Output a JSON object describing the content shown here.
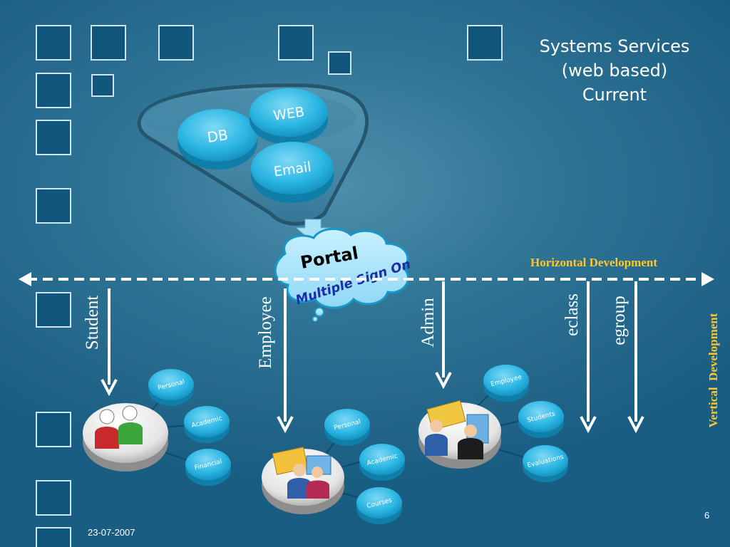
{
  "slide": {
    "title_lines": [
      "Systems Services",
      "(web based)",
      "Current"
    ],
    "funnel_items": [
      "DB",
      "WEB",
      "Email"
    ],
    "portal": {
      "label": "Portal",
      "sublabel": "Multiple Sign On"
    },
    "horizontal_label": "Horizontal Development",
    "vertical_label": "Vertical  Development",
    "roles": [
      "Student",
      "Employee",
      "Admin",
      "eclass",
      "egroup"
    ],
    "student_services": [
      "Personal",
      "Academic",
      "Financial"
    ],
    "employee_services": [
      "Personal",
      "Academic",
      "Courses"
    ],
    "admin_services": [
      "Employee",
      "Students",
      "Evaluations"
    ],
    "date": "23-07-2007",
    "page_number": "6"
  },
  "colors": {
    "background": "#1a5d82",
    "square_fill": "#11557d",
    "accent_gold": "#ffc629",
    "node_blue": "#1aa9d8",
    "arrow_white": "#ffffff"
  }
}
